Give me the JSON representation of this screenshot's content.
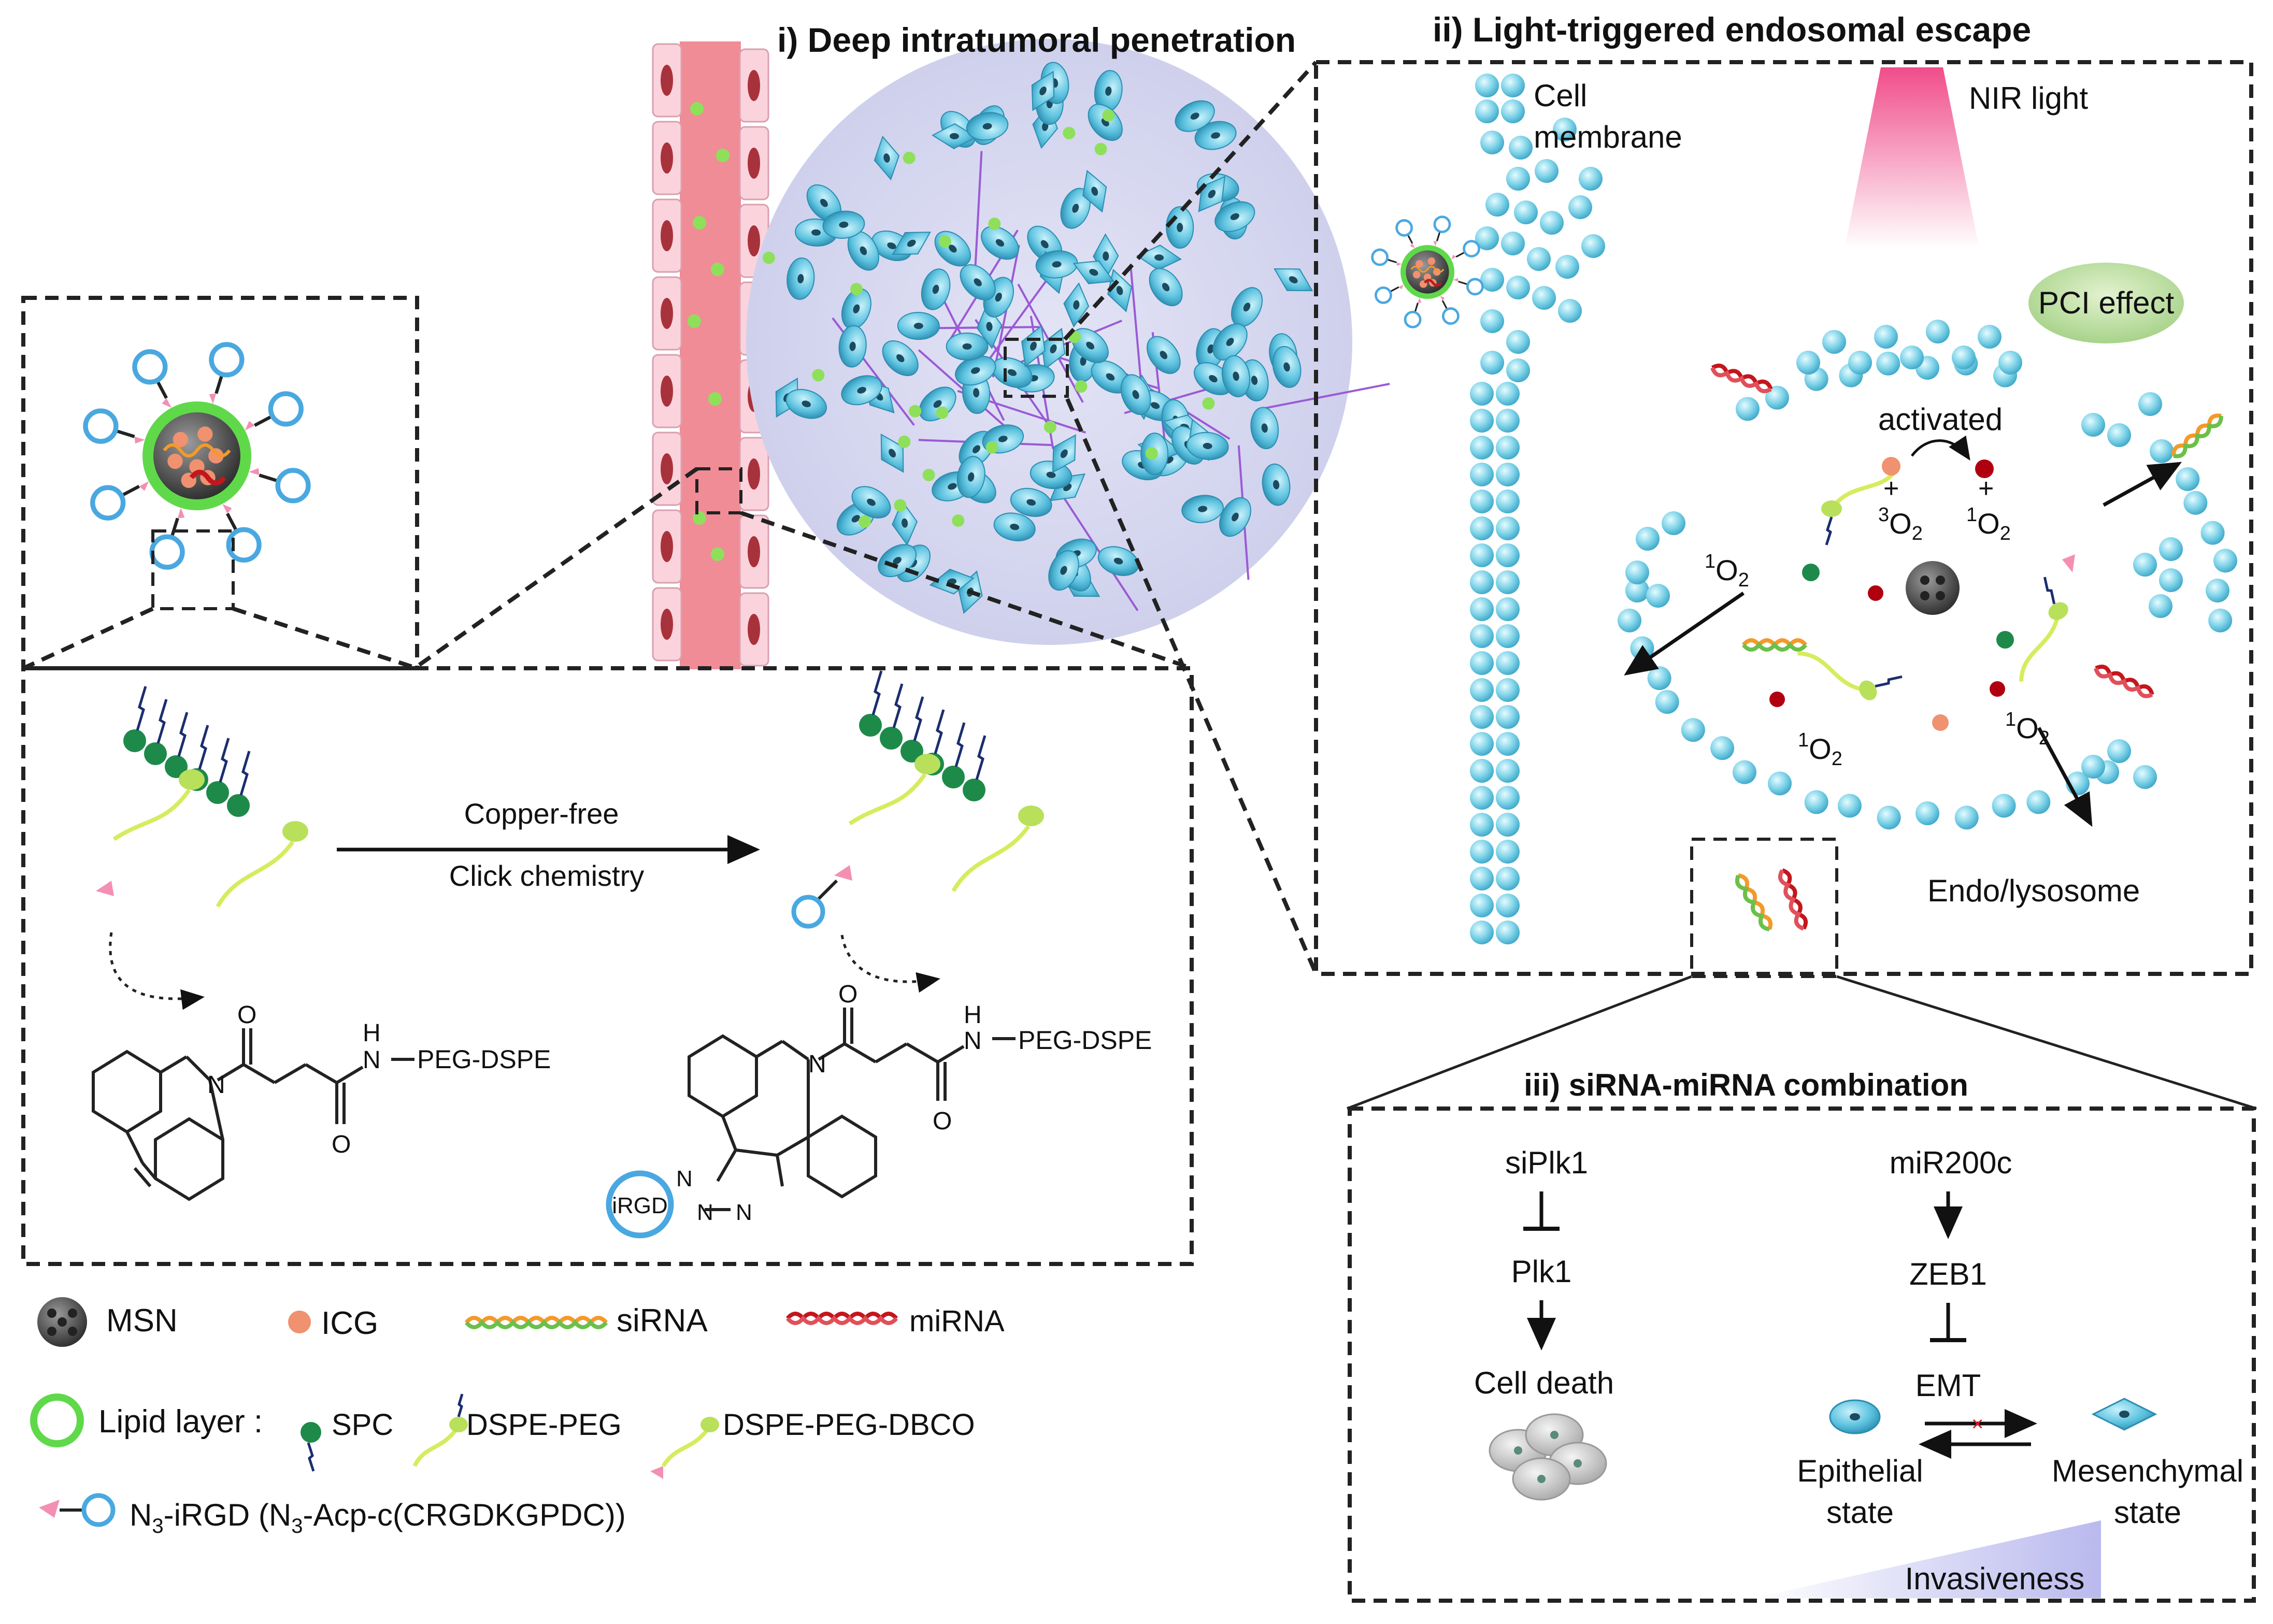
{
  "panels": {
    "i": "i) Deep intratumoral penetration",
    "ii": "ii) Light-triggered endosomal escape",
    "iii": "iii) siRNA-miRNA combination"
  },
  "escape": {
    "cell_membrane_1": "Cell",
    "cell_membrane_2": "membrane",
    "nir": "NIR light",
    "pci": "PCI effect",
    "activated": "activated",
    "plus": "+",
    "triplet_sup": "3",
    "singlet_sup": "1",
    "o2": "O",
    "o2_sub": "2",
    "endo": "Endo/lysosome"
  },
  "reaction": {
    "top": "Copper-free",
    "bottom": "Click chemistry",
    "peg_dspe": "PEG-DSPE",
    "n": "N",
    "h": "H",
    "o": "O",
    "irgd": "iRGD"
  },
  "legend": {
    "msn": "MSN",
    "icg": "ICG",
    "sirna": "siRNA",
    "mirna": "miRNA",
    "lipid": "Lipid layer :",
    "spc": "SPC",
    "dspe_peg": "DSPE-PEG",
    "dspe_peg_dbco": "DSPE-PEG-DBCO",
    "n3_prefix": "N",
    "n3_sub": "3",
    "n3_rest": "-iRGD (N",
    "n3_sub2": "3",
    "n3_end": "-Acp-c(CRGDKGPDC))"
  },
  "combo": {
    "siplk1": "siPlk1",
    "plk1": "Plk1",
    "cell_death": "Cell death",
    "mir200c": "miR200c",
    "zeb1": "ZEB1",
    "emt": "EMT",
    "epithelial_1": "Epithelial",
    "epithelial_2": "state",
    "mesenchymal_1": "Mesenchymal",
    "mesenchymal_2": "state",
    "invasiveness": "Invasiveness"
  },
  "colors": {
    "cell": "#5ec3e0",
    "vessel": "#f08c96",
    "lipid": "#5fd94a",
    "peg": "#d6ec5e",
    "spc": "#1d8a4a",
    "irgd": "#4aa8e0",
    "sirna_orange": "#f39a2a",
    "sirna_green": "#6cc04a",
    "mirna": "#c4161c",
    "icg": "#f0916f",
    "singlet": "#b00010"
  }
}
